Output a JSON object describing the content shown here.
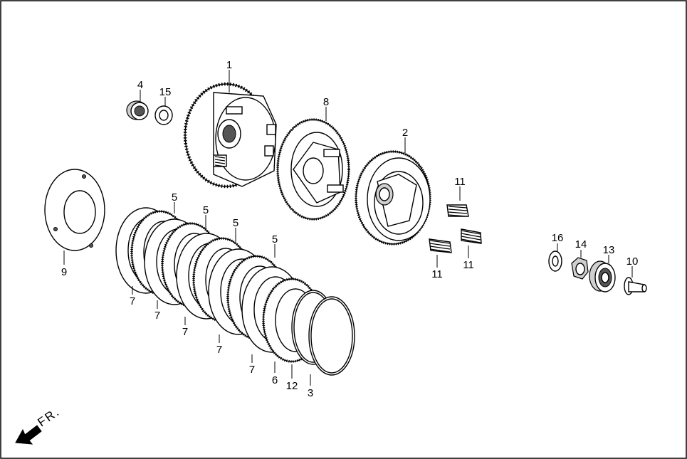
{
  "direction_label": "FR.",
  "callouts": {
    "p1": "1",
    "p2": "2",
    "p3": "3",
    "p4": "4",
    "p5a": "5",
    "p5b": "5",
    "p5c": "5",
    "p5d": "5",
    "p6": "6",
    "p7a": "7",
    "p7b": "7",
    "p7c": "7",
    "p7d": "7",
    "p7e": "7",
    "p8": "8",
    "p9": "9",
    "p10": "10",
    "p11a": "11",
    "p11b": "11",
    "p11c": "11",
    "p12": "12",
    "p13": "13",
    "p14": "14",
    "p15": "15",
    "p16": "16"
  }
}
